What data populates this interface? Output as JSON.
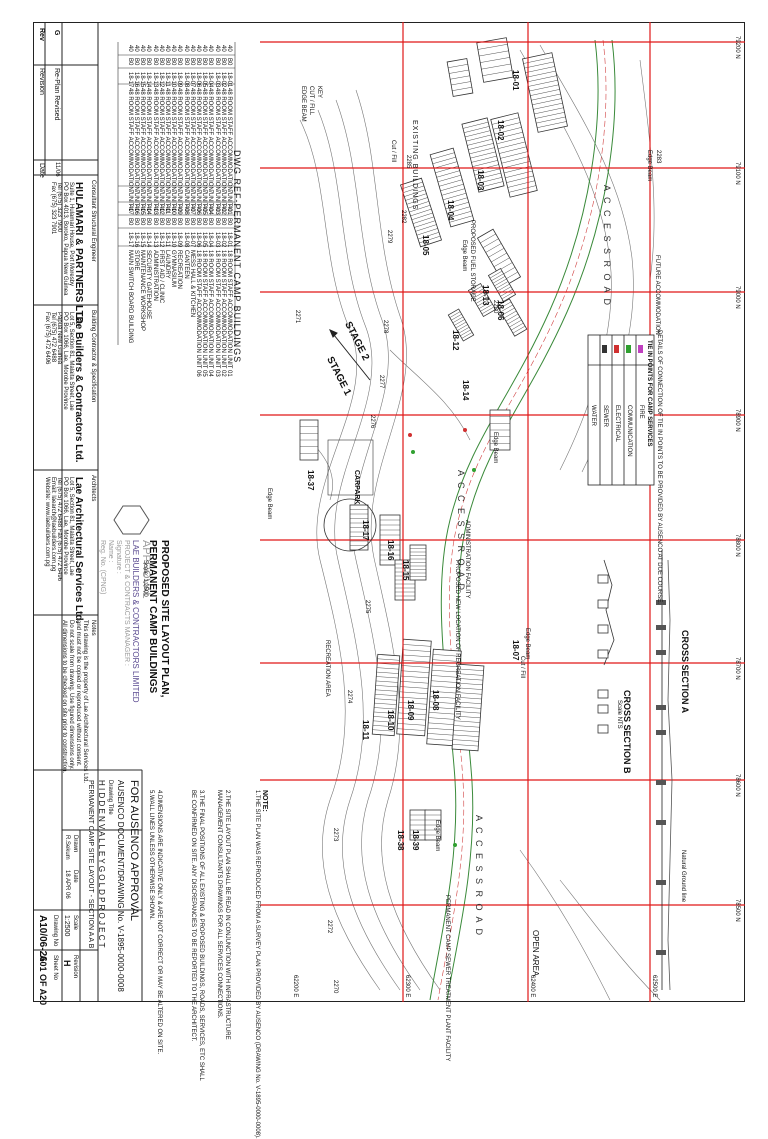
{
  "title_block": {
    "rev_header": "Rev",
    "rev_desc_header": "Revision",
    "rev_code": "G",
    "rev_desc": "Re-Plan Revised",
    "date_header": "Date",
    "date_value": "11/06",
    "consultant_header": "Consultant Structural Engineer",
    "consultant_name": "HULAMARI & PARTNERS LTD.",
    "consultant_address": [
      "Suite 1, Hulamari House, Port Moresby",
      "PO Box 4013, Boroko, Papua New Guinea",
      "Tel (675) 323 7900",
      "Fax (675) 323 7901"
    ],
    "builder_header": "Building Contractor & Specification",
    "builder_name": "Lae Builders & Contractors Ltd.",
    "builder_address": [
      "Lot 5, Section 81, Malaita Street, Lae",
      "PO Box 1066, Lae, Morobe Province",
      "Papua New Guinea",
      "Tel (675) 472 6488",
      "Fax (675) 472 6496"
    ],
    "architect_header": "Architects",
    "architect_name": "Lae Architectural Services Ltd.",
    "architect_address": [
      "Lot 5, Section 81, Malaita Street, Lae",
      "PO Box 1066, Lae, Morobe Province",
      "Tel (675) 472 6488  Fax (675) 472 6496",
      "Email: laearch@laebuilders.com.pg",
      "Website: www.laebuilders.com.pg"
    ],
    "approval_stamp": [
      "APPROVAL",
      "LAE BUILDERS & CONTRACTORS LIMITED",
      "PROJECT & CONTRACTS MANAGER :",
      "Signature :",
      "Name :",
      "Reg. No. (CPNG)"
    ],
    "drawing_title_1": "PROPOSED SITE LAYOUT PLAN,",
    "drawing_title_2": "PERMANENT CAMP BUILDINGS",
    "drawing_scale_note": "Scale: 1:2500",
    "notes_header": "Notes",
    "notes_text": [
      "This drawing is the property of Lae Architectural Services Ltd.",
      "and must not be copied or reproduced without consent.",
      "Do not scale from drawing. Use figured dimensions only.",
      "All dimensions to be checked on site prior to construction."
    ],
    "client_label": "FOR AUSENCO APPROVAL",
    "client_doc": "AUSENCO DOCUMENT/DRAWING No. V-1895-0000-0008",
    "drawing_title_header": "Drawing Title",
    "project_name": "H I D D E N   V A L L E Y   G O L D   P R O J E C T",
    "project_subtitle": "PERMANENT CAMP SITE LAYOUT - SECTION A A B",
    "drawn_header": "Drawn",
    "date2_header": "Date",
    "scale_header": "Scale",
    "revision_header": "Revision",
    "drawn_value": "R.Sekum",
    "date2_value": "18 APR 06",
    "scale_value": "1:2500",
    "revision_value": "H",
    "drawing_no_header": "Drawing No",
    "drawing_no": "A10/06-26",
    "sheet_header": "Sheet No",
    "sheet_no": "A01 OF A20"
  },
  "schedule": {
    "heading": "DWG REF-PERMANENT CAMP BUILDINGS",
    "rows": [
      [
        "40",
        "B0",
        "18-01",
        "48 ROOM STAFF ACCOMMODATION UNIT 01",
        "7",
        "40",
        "B0",
        "18-01",
        "18 ROOM STAFF ACCOMMODATION UNIT 01"
      ],
      [
        "40",
        "B0",
        "18-02",
        "48 ROOM STAFF ACCOMMODATION UNIT 02",
        "7",
        "40",
        "B0",
        "18-02",
        "18 ROOM STAFF ACCOMMODATION UNIT 02"
      ],
      [
        "40",
        "B0",
        "18-03",
        "48 ROOM STAFF ACCOMMODATION UNIT 03",
        "7",
        "40",
        "B0",
        "18-03",
        "18 ROOM STAFF ACCOMMODATION UNIT 03"
      ],
      [
        "40",
        "B0",
        "18-04",
        "48 ROOM STAFF ACCOMMODATION UNIT 04",
        "7",
        "40",
        "B0",
        "18-04",
        "18 ROOM STAFF ACCOMMODATION UNIT 04"
      ],
      [
        "40",
        "B0",
        "18-05",
        "48 ROOM STAFF ACCOMMODATION UNIT 05",
        "7",
        "40",
        "B0",
        "18-05",
        "18 ROOM STAFF ACCOMMODATION UNIT 05"
      ],
      [
        "40",
        "B0",
        "18-06",
        "48 ROOM STAFF ACCOMMODATION UNIT 06",
        "7",
        "40",
        "B0",
        "18-06",
        "18 ROOM STAFF ACCOMMODATION UNIT 06"
      ],
      [
        "40",
        "B0",
        "18-07",
        "48 ROOM STAFF ACCOMMODATION UNIT 07",
        "7",
        "40",
        "B0",
        "18-07",
        "MESS HALL & KITCHEN"
      ],
      [
        "40",
        "B0",
        "18-08",
        "48 ROOM STAFF ACCOMMODATION UNIT 08",
        "7",
        "40",
        "B0",
        "18-08",
        "CANTEEN"
      ],
      [
        "40",
        "B0",
        "18-09",
        "48 ROOM STAFF ACCOMMODATION UNIT 09",
        "7",
        "40",
        "B0",
        "18-09",
        "RECREATION"
      ],
      [
        "40",
        "B0",
        "18-10",
        "48 ROOM STAFF ACCOMMODATION UNIT 10",
        "7",
        "40",
        "B0",
        "18-10",
        "GYMNASIUM"
      ],
      [
        "40",
        "B0",
        "18-11",
        "48 ROOM STAFF ACCOMMODATION UNIT 11",
        "7",
        "40",
        "B0",
        "18-11",
        "LAUNDRY"
      ],
      [
        "40",
        "B0",
        "18-12",
        "48 ROOM STAFF ACCOMMODATION UNIT 12",
        "7",
        "40",
        "B0",
        "18-12",
        "FIRST AID / CLINIC"
      ],
      [
        "40",
        "B0",
        "18-13",
        "48 ROOM STAFF ACCOMMODATION UNIT 13",
        "7",
        "40",
        "B0",
        "18-13",
        "ADMINISTRATION"
      ],
      [
        "40",
        "B0",
        "18-14",
        "48 ROOM STAFF ACCOMMODATION UNIT 14",
        "7",
        "40",
        "B0",
        "18-14",
        "SECURITY GATEHOUSE"
      ],
      [
        "40",
        "B0",
        "18-15",
        "48 ROOM STAFF ACCOMMODATION UNIT 15",
        "7",
        "40",
        "B0",
        "18-15",
        "MAINTENANCE WORKSHOP"
      ],
      [
        "40",
        "B0",
        "18-16",
        "48 ROOM STAFF ACCOMMODATION UNIT 16",
        "7",
        "40",
        "B0",
        "18-16",
        "STORE"
      ],
      [
        "40",
        "B0",
        "18-17",
        "48 ROOM STAFF ACCOMMODATION UNIT 17",
        "7",
        "40",
        "B0",
        "18-17",
        "MAIN SWITCH BOARD BUILDING"
      ]
    ]
  },
  "plan": {
    "northings": [
      "79200 N",
      "79100 N",
      "79000 N",
      "78900 N",
      "78800 N",
      "78700 N",
      "78600 N",
      "78500 N"
    ],
    "eastings": [
      "62200 E",
      "62300 E",
      "62400 E",
      "62500 E"
    ],
    "access_road": "A C C E S S   R O A D",
    "stage1": "STAGE 1",
    "stage2": "STAGE 2",
    "cross_section_a": "CROSS SECTION A",
    "cross_section_b": "CROSS SECTION B",
    "scale_nts": "Scale NTS",
    "legend_title": "TIE IN POINTS FOR CAMP SERVICES",
    "legend_note": "DETAILS OF CONNECTION OF TIE IN POINTS TO BE PROVIDED BY AUSENCO AT DUE COURSE.",
    "legend_items": [
      "WATER",
      "SEWER",
      "ELECTRICAL",
      "COMMUNICATION",
      "FIRE"
    ],
    "edge_beam": "Edge Beam",
    "open_area": "OPEN AREA",
    "natural_ground": "Natural Ground line",
    "cut_fill": "Cut / Fill",
    "existing_buildings": "EXISTING BUILDINGS",
    "carpark": "CARPARK",
    "key_title": "KEY",
    "key_lines": [
      "CUT / FILL",
      "EDGE BEAM"
    ],
    "notes_title": "NOTE:",
    "notes": [
      "1.THE SITE PLAN WAS REPRODUCED FROM A SURVEY PLAN PROVIDED BY AUSENCO (DRAWING No. V-1895-0000-0008).",
      "2.THE SITE LAYOUT PLAN SHALL BE READ IN CONJUNCTION WITH INFRASTRUCTURE",
      "  MANAGEMENT CONSULTANTS DRAWINGS FOR ALL SERVICES CONNECTIONS.",
      "3.THE FINAL POSITIONS OF ALL EXISTING & PROPOSED BUILDINGS, ROADS, SERVICES, ETC SHALL",
      "  BE CONFIRMED ON SITE. ANY DISCREPANCIES TO BE REPORTED TO THE ARCHITECT.",
      "4.DIMENSIONS ARE INDICATIVE ONLY & ARE NOT CORRECT OR MAY BE ALTERED ON SITE.",
      "5.WALL LINES UNLESS OTHERWISE SHOWN."
    ],
    "building_labels": [
      "18-01",
      "18-02",
      "18-03",
      "18-04",
      "18-05",
      "18-06",
      "18-07",
      "18-08",
      "18-09",
      "18-10",
      "18-11",
      "18-12",
      "18-13",
      "18-14",
      "18-15",
      "18-16",
      "18-17",
      "18-37",
      "18-38",
      "18-39"
    ],
    "elevations": [
      "2280",
      "2283",
      "2285",
      "2282",
      "2279",
      "2278",
      "2277",
      "2276",
      "2275",
      "2274",
      "2273",
      "2272",
      "2271",
      "2270"
    ],
    "small_notes": [
      "PERMANENT CAMP SEWER TREATMENT PLANT FACILITY",
      "RECREATION AREA",
      "PROPOSED FUEL STORAGE",
      "FUTURE ACCOMMODATION",
      "ADMINISTRATION FACILITY",
      "PROPOSED NEW LOCATION OF RECREATION FACILITY"
    ]
  }
}
